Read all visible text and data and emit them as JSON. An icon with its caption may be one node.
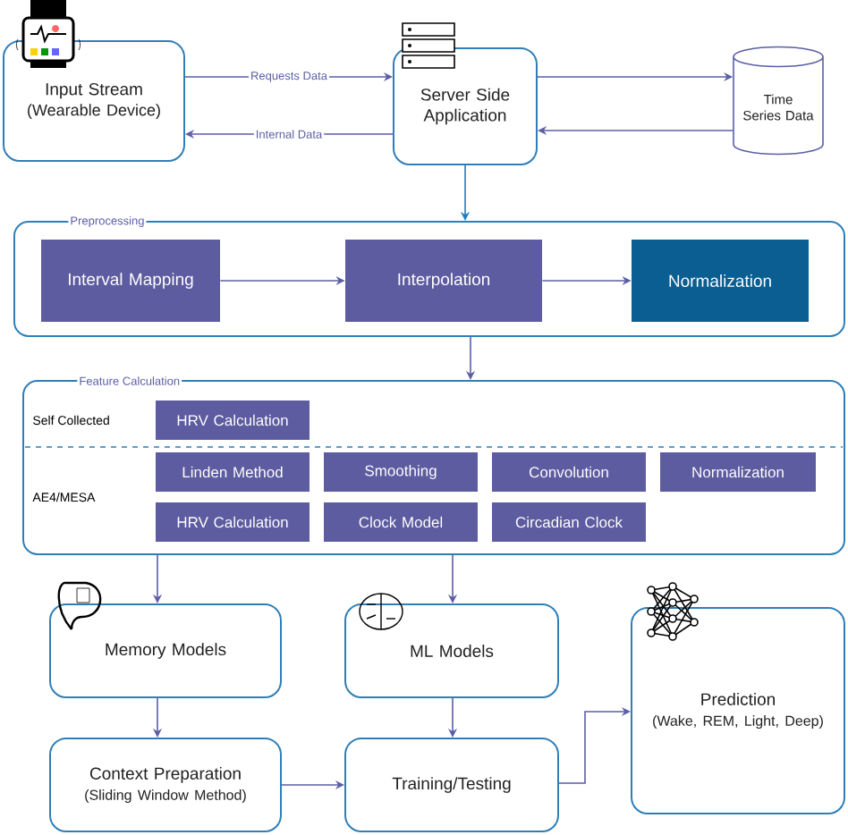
{
  "diagram": {
    "nodes": [
      {
        "text": [
          "Input Stream",
          "(Wearable Device)"
        ]
      },
      {
        "text": [
          "Server Side Application"
        ]
      },
      {
        "text": [
          "Time Series Data"
        ]
      },
      {
        "text": [
          "Preprocessing"
        ]
      },
      {
        "text": [
          "Interval Mapping"
        ],
        "in": 3
      },
      {
        "text": [
          "Interpolation"
        ],
        "in": 3
      },
      {
        "text": [
          "Normalization"
        ],
        "in": 3
      },
      {
        "text": [
          "Feature Calculation"
        ]
      },
      {
        "text": [
          "HRV Calculation"
        ],
        "in": 7
      },
      {
        "text": [
          "Linden Method"
        ],
        "in": 7
      },
      {
        "text": [
          "Smoothing"
        ],
        "in": 7
      },
      {
        "text": [
          "Convolution"
        ],
        "in": 7
      },
      {
        "text": [
          "Normalization"
        ],
        "in": 7
      },
      {
        "text": [
          "HRV Calculation"
        ],
        "in": 7
      },
      {
        "text": [
          "Clock Model"
        ],
        "in": 7
      },
      {
        "text": [
          "Circadian Clock"
        ],
        "in": 7
      },
      {
        "text": [
          "Memory Models"
        ]
      },
      {
        "text": [
          "ML Models"
        ]
      },
      {
        "text": [
          "Prediction",
          "(Wake, REM, Light, Deep)"
        ]
      },
      {
        "text": [
          "Context Preparation",
          "(Sliding Window Method)"
        ]
      },
      {
        "text": [
          "Training/Testing"
        ]
      }
    ],
    "edges": [
      {
        "from": 0,
        "to": 1,
        "arrow": "to",
        "label": "Requests Data"
      },
      {
        "from": 1,
        "to": 0,
        "arrow": "to",
        "label": "Internal Data"
      },
      {
        "from": 1,
        "to": 2,
        "arrow": "to"
      },
      {
        "from": 2,
        "to": 1,
        "arrow": "to"
      },
      {
        "from": 1,
        "to": 3,
        "arrow": "to",
        "color": "#1a7fc4"
      },
      {
        "from": 4,
        "to": 5,
        "arrow": "to"
      },
      {
        "from": 5,
        "to": 6,
        "arrow": "to"
      },
      {
        "from": 3,
        "to": 7,
        "arrow": "to"
      },
      {
        "from": 7,
        "to": 16,
        "arrow": "to"
      },
      {
        "from": 7,
        "to": 17,
        "arrow": "to"
      },
      {
        "from": 16,
        "to": 19,
        "arrow": "to"
      },
      {
        "from": 17,
        "to": 20,
        "arrow": "to"
      },
      {
        "from": 19,
        "to": 20,
        "arrow": "to"
      },
      {
        "from": 20,
        "to": 18,
        "arrow": "to"
      }
    ],
    "labels": [
      "Self Collected",
      "AE4/MESA"
    ]
  }
}
